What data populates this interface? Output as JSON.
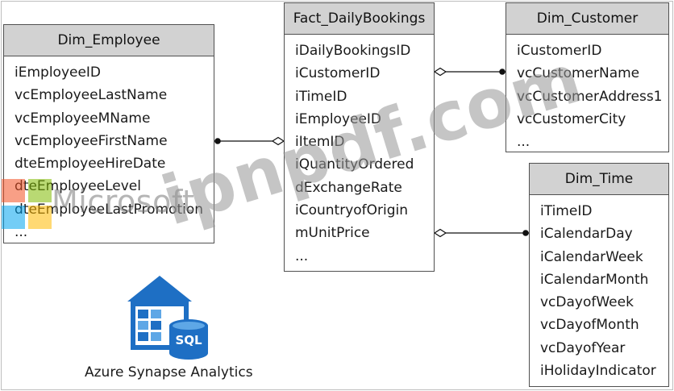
{
  "diagram": {
    "entities": {
      "dim_employee": {
        "title": "Dim_Employee",
        "fields": [
          "iEmployeeID",
          "vcEmployeeLastName",
          "vcEmployeeMName",
          "vcEmployeeFirstName",
          "dteEmployeeHireDate",
          "dteEmployeeLevel",
          "dteEmployeeLastPromotion",
          "..."
        ]
      },
      "fact_dailybookings": {
        "title": "Fact_DailyBookings",
        "fields": [
          "iDailyBookingsID",
          "iCustomerID",
          "iTimeID",
          "iEmployeeID",
          "iItemID",
          "iQuantityOrdered",
          "dExchangeRate",
          "iCountryofOrigin",
          "mUnitPrice",
          "..."
        ]
      },
      "dim_customer": {
        "title": "Dim_Customer",
        "fields": [
          "iCustomerID",
          "vcCustomerName",
          "vcCustomerAddress1",
          "vcCustomerCity",
          "..."
        ]
      },
      "dim_time": {
        "title": "Dim_Time",
        "fields": [
          "iTimeID",
          "iCalendarDay",
          "iCalendarWeek",
          "iCalendarMonth",
          "vcDayofWeek",
          "vcDayofMonth",
          "vcDayofYear",
          "iHolidayIndicator"
        ]
      }
    },
    "relationships": [
      {
        "from": "fact_dailybookings",
        "to": "dim_employee",
        "end_from": "hollow-diamond",
        "end_to": "filled-dot"
      },
      {
        "from": "fact_dailybookings",
        "to": "dim_customer",
        "end_from": "hollow-diamond",
        "end_to": "filled-dot"
      },
      {
        "from": "fact_dailybookings",
        "to": "dim_time",
        "end_from": "hollow-diamond",
        "end_to": "filled-dot"
      }
    ],
    "line_color": "#111111",
    "header_fill": "#d2d2d2"
  },
  "branding": {
    "microsoft_wordmark": "Microsoft",
    "watermark_text": "ipnpdf.com",
    "synapse_caption": "Azure Synapse Analytics",
    "synapse_icon": "azure-synapse-sql-icon",
    "sql_label": "SQL",
    "microsoft_icon": "microsoft-logo-icon",
    "synapse_blue": "#1e6fc4",
    "synapse_light_blue": "#5ea7e6"
  }
}
